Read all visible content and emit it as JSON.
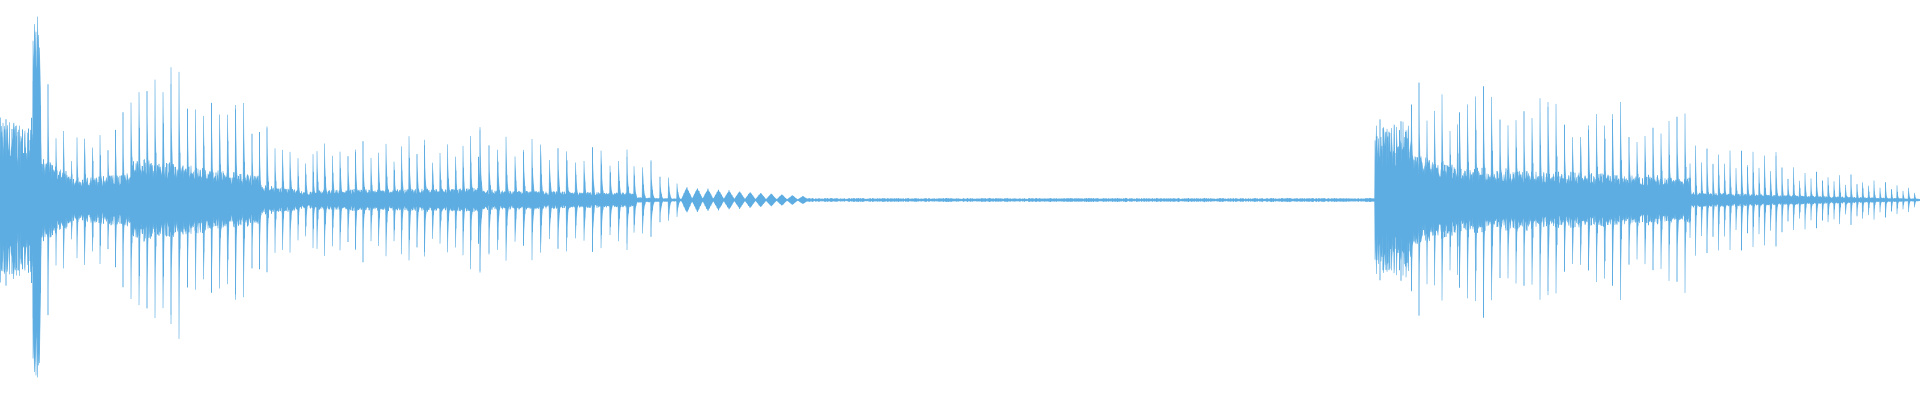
{
  "waveform": {
    "color": "#5dade2",
    "background": "#ffffff",
    "segments": [
      {
        "start": 0.0,
        "end": 0.017,
        "style": "noise",
        "amp": 0.45
      },
      {
        "start": 0.017,
        "end": 0.021,
        "style": "spike",
        "amp": 0.99
      },
      {
        "start": 0.021,
        "end": 0.04,
        "style": "pulses",
        "period": 0.004,
        "amp_start": 0.72,
        "amp_end": 0.35,
        "floor": 0.3
      },
      {
        "start": 0.04,
        "end": 0.068,
        "style": "pulses",
        "period": 0.004,
        "amp_start": 0.42,
        "amp_end": 0.55,
        "floor": 0.25
      },
      {
        "start": 0.068,
        "end": 0.135,
        "style": "pulses",
        "period": 0.0042,
        "amp_start": 0.95,
        "amp_end": 0.55,
        "floor": 0.22
      },
      {
        "start": 0.135,
        "end": 0.165,
        "style": "pulses",
        "period": 0.004,
        "amp_start": 0.5,
        "amp_end": 0.25,
        "floor": 0.15
      },
      {
        "start": 0.165,
        "end": 0.25,
        "style": "pulses",
        "period": 0.004,
        "amp_start": 0.35,
        "amp_end": 0.42,
        "floor": 0.14
      },
      {
        "start": 0.25,
        "end": 0.33,
        "style": "pulses",
        "period": 0.0045,
        "amp_start": 0.42,
        "amp_end": 0.3,
        "floor": 0.12
      },
      {
        "start": 0.33,
        "end": 0.355,
        "style": "pulses",
        "period": 0.0045,
        "amp_start": 0.3,
        "amp_end": 0.12,
        "floor": 0.05
      },
      {
        "start": 0.355,
        "end": 0.42,
        "style": "diamonds",
        "period": 0.0055,
        "amp_start": 0.07,
        "amp_end": 0.02
      },
      {
        "start": 0.42,
        "end": 0.716,
        "style": "flat",
        "amp": 0.008
      },
      {
        "start": 0.716,
        "end": 0.735,
        "style": "noise",
        "amp": 0.42
      },
      {
        "start": 0.735,
        "end": 0.76,
        "style": "pulses",
        "period": 0.004,
        "amp_start": 0.78,
        "amp_end": 0.55,
        "floor": 0.3
      },
      {
        "start": 0.76,
        "end": 0.88,
        "style": "pulses",
        "period": 0.0042,
        "amp_start": 0.72,
        "amp_end": 0.5,
        "floor": 0.22
      },
      {
        "start": 0.88,
        "end": 1.0,
        "style": "pulses",
        "period": 0.003,
        "amp_start": 0.38,
        "amp_end": 0.06,
        "floor": 0.1
      }
    ]
  }
}
